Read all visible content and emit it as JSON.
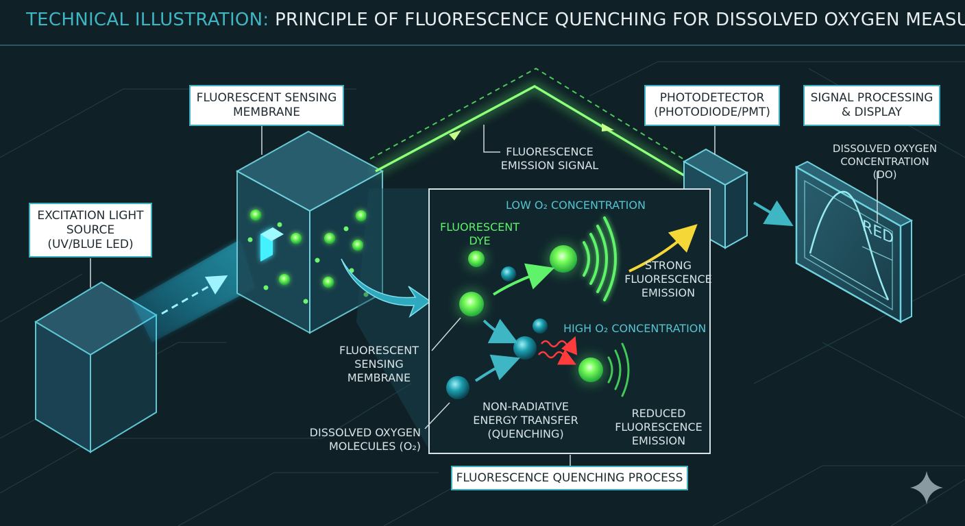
{
  "title": {
    "prefix": "TECHNICAL ILLUSTRATION:",
    "main": "PRINCIPLE OF FLUORESCENCE QUENCHING FOR DISSOLVED OXYGEN MEASUREMENT"
  },
  "boxes": {
    "membrane": "FLUORESCENT SENSING\nMEMBRANE",
    "light_source": "EXCITATION LIGHT\nSOURCE\n(UV/BLUE LED)",
    "photodetector": "PHOTODETECTOR\n(PHOTODIODE/PMT)",
    "signal_processing": "SIGNAL PROCESSING\n& DISPLAY",
    "quenching_process": "FLUORESCENCE QUENCHING PROCESS"
  },
  "labels": {
    "emission_signal": "FLUORESCENCE\nEMISSION SIGNAL",
    "do_concentration": "DISSOLVED OXYGEN\nCONCENTRATION (DO)",
    "display_reading": "RED",
    "low_o2": "LOW O₂ CONCENTRATION",
    "high_o2": "HIGH O₂ CONCENTRATION",
    "fluorescent_dye": "FLUORESCENT\nDYE",
    "strong_emission": "STRONG\nFLUORESCENCE\nEMISSION",
    "sensing_membrane": "FLUORESCENT\nSENSING\nMEMBRANE",
    "non_radiative": "NON-RADIATIVE\nENERGY TRANSFER\n(QUENCHING)",
    "reduced_emission": "REDUCED\nFLUORESCENCE\nEMISSION",
    "oxygen_molecules": "DISSOLVED OXYGEN\nMOLECULES (O₂)"
  },
  "colors": {
    "background": "#0f2026",
    "accent_teal": "#3fb6c4",
    "fluorescence_green": "#5ff26a",
    "oxygen_blue": "#1c9fb0",
    "quench_red": "#ff3b3b",
    "signal_yellow": "#f5d838"
  }
}
